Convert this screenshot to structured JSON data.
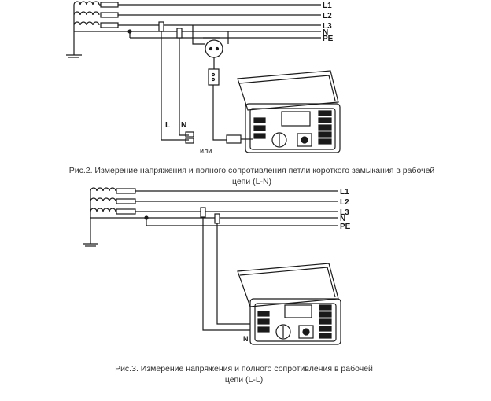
{
  "figure2": {
    "bus_labels": [
      "L1",
      "L2",
      "L3",
      "N",
      "PE"
    ],
    "lead_labels": [
      "L",
      "N"
    ],
    "or_label": "или",
    "caption_line1": "Рис.2. Измерение напряжения и полного сопротивления петли короткого замыкания в рабочей",
    "caption_line2": "цепи (L-N)"
  },
  "figure3": {
    "bus_labels": [
      "L1",
      "L2",
      "L3",
      "N",
      "PE"
    ],
    "lead_label": "N",
    "caption_line1": "Рис.3. Измерение напряжения и полного сопротивления в рабочей",
    "caption_line2": "цепи (L-L)"
  },
  "colors": {
    "line": "#1a1a1a",
    "background": "#ffffff",
    "caption": "#333333"
  }
}
